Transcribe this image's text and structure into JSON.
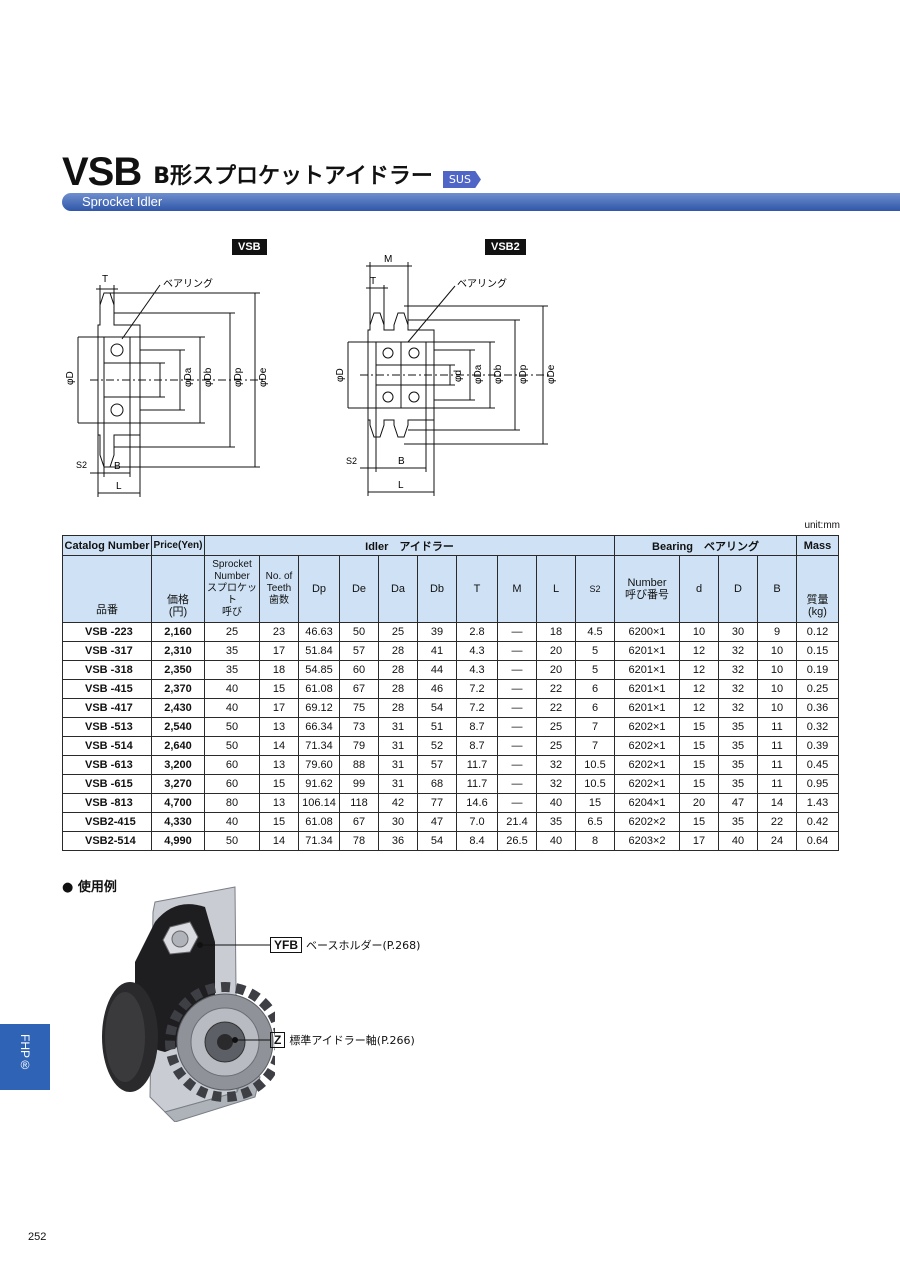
{
  "header": {
    "code": "VSB",
    "title_jp": "B形スプロケットアイドラー",
    "badge": "SUS",
    "subtitle": "Sprocket Idler"
  },
  "diagrams": {
    "vsb": {
      "label": "VSB",
      "bearing": "ベアリング",
      "dims": {
        "T": "T",
        "D": "φD",
        "Da": "φDa",
        "Db": "φDb",
        "Dp": "φDp",
        "De": "φDe",
        "S2": "S2",
        "B": "B",
        "L": "L"
      }
    },
    "vsb2": {
      "label": "VSB2",
      "bearing": "ベアリング",
      "dims": {
        "M": "M",
        "T": "T",
        "D": "φD",
        "d": "φd",
        "Da": "φDa",
        "Db": "φDb",
        "Dp": "φDp",
        "De": "φDe",
        "S2": "S2",
        "B": "B",
        "L": "L"
      }
    }
  },
  "table": {
    "unit": "unit:mm",
    "groups": {
      "catalog": "Catalog Number",
      "price": "Price(Yen)",
      "idler": "Idler　アイドラー",
      "bearing": "Bearing　ベアリング",
      "mass": "Mass"
    },
    "cols": {
      "catalog": "品番",
      "price": "価格\n(円)",
      "sprocket": "Sprocket\nNumber\nスプロケット\n呼び",
      "teeth": "No. of\nTeeth\n歯数",
      "dp": "Dp",
      "de": "De",
      "da": "Da",
      "db": "Db",
      "t": "T",
      "m": "M",
      "l": "L",
      "s2": "S2",
      "bnum": "Number\n呼び番号",
      "d": "d",
      "D": "D",
      "b": "B",
      "mass": "質量\n(kg)"
    },
    "rows": [
      [
        "VSB -223",
        "2,160",
        "25",
        "23",
        "46.63",
        "50",
        "25",
        "39",
        "2.8",
        "—",
        "18",
        "4.5",
        "6200×1",
        "10",
        "30",
        "9",
        "0.12"
      ],
      [
        "VSB -317",
        "2,310",
        "35",
        "17",
        "51.84",
        "57",
        "28",
        "41",
        "4.3",
        "—",
        "20",
        "5",
        "6201×1",
        "12",
        "32",
        "10",
        "0.15"
      ],
      [
        "VSB -318",
        "2,350",
        "35",
        "18",
        "54.85",
        "60",
        "28",
        "44",
        "4.3",
        "—",
        "20",
        "5",
        "6201×1",
        "12",
        "32",
        "10",
        "0.19"
      ],
      [
        "VSB -415",
        "2,370",
        "40",
        "15",
        "61.08",
        "67",
        "28",
        "46",
        "7.2",
        "—",
        "22",
        "6",
        "6201×1",
        "12",
        "32",
        "10",
        "0.25"
      ],
      [
        "VSB -417",
        "2,430",
        "40",
        "17",
        "69.12",
        "75",
        "28",
        "54",
        "7.2",
        "—",
        "22",
        "6",
        "6201×1",
        "12",
        "32",
        "10",
        "0.36"
      ],
      [
        "VSB -513",
        "2,540",
        "50",
        "13",
        "66.34",
        "73",
        "31",
        "51",
        "8.7",
        "—",
        "25",
        "7",
        "6202×1",
        "15",
        "35",
        "11",
        "0.32"
      ],
      [
        "VSB -514",
        "2,640",
        "50",
        "14",
        "71.34",
        "79",
        "31",
        "52",
        "8.7",
        "—",
        "25",
        "7",
        "6202×1",
        "15",
        "35",
        "11",
        "0.39"
      ],
      [
        "VSB -613",
        "3,200",
        "60",
        "13",
        "79.60",
        "88",
        "31",
        "57",
        "11.7",
        "—",
        "32",
        "10.5",
        "6202×1",
        "15",
        "35",
        "11",
        "0.45"
      ],
      [
        "VSB -615",
        "3,270",
        "60",
        "15",
        "91.62",
        "99",
        "31",
        "68",
        "11.7",
        "—",
        "32",
        "10.5",
        "6202×1",
        "15",
        "35",
        "11",
        "0.95"
      ],
      [
        "VSB -813",
        "4,700",
        "80",
        "13",
        "106.14",
        "118",
        "42",
        "77",
        "14.6",
        "—",
        "40",
        "15",
        "6204×1",
        "20",
        "47",
        "14",
        "1.43"
      ],
      [
        "VSB2-415",
        "4,330",
        "40",
        "15",
        "61.08",
        "67",
        "30",
        "47",
        "7.0",
        "21.4",
        "35",
        "6.5",
        "6202×2",
        "15",
        "35",
        "22",
        "0.42"
      ],
      [
        "VSB2-514",
        "4,990",
        "50",
        "14",
        "71.34",
        "78",
        "36",
        "54",
        "8.4",
        "26.5",
        "40",
        "8",
        "6203×2",
        "17",
        "40",
        "24",
        "0.64"
      ]
    ]
  },
  "example": {
    "title": "● 使用例",
    "callouts": [
      {
        "code": "YFB",
        "text": "ベースホルダー(P.268)"
      },
      {
        "code": "Z",
        "text": "標準アイドラー軸(P.266)"
      }
    ]
  },
  "side_tab": "FHP®",
  "page_number": "252",
  "colors": {
    "accent": "#2f56a8",
    "header_fill": "#cfe2f5",
    "badge": "#4f66c7"
  }
}
